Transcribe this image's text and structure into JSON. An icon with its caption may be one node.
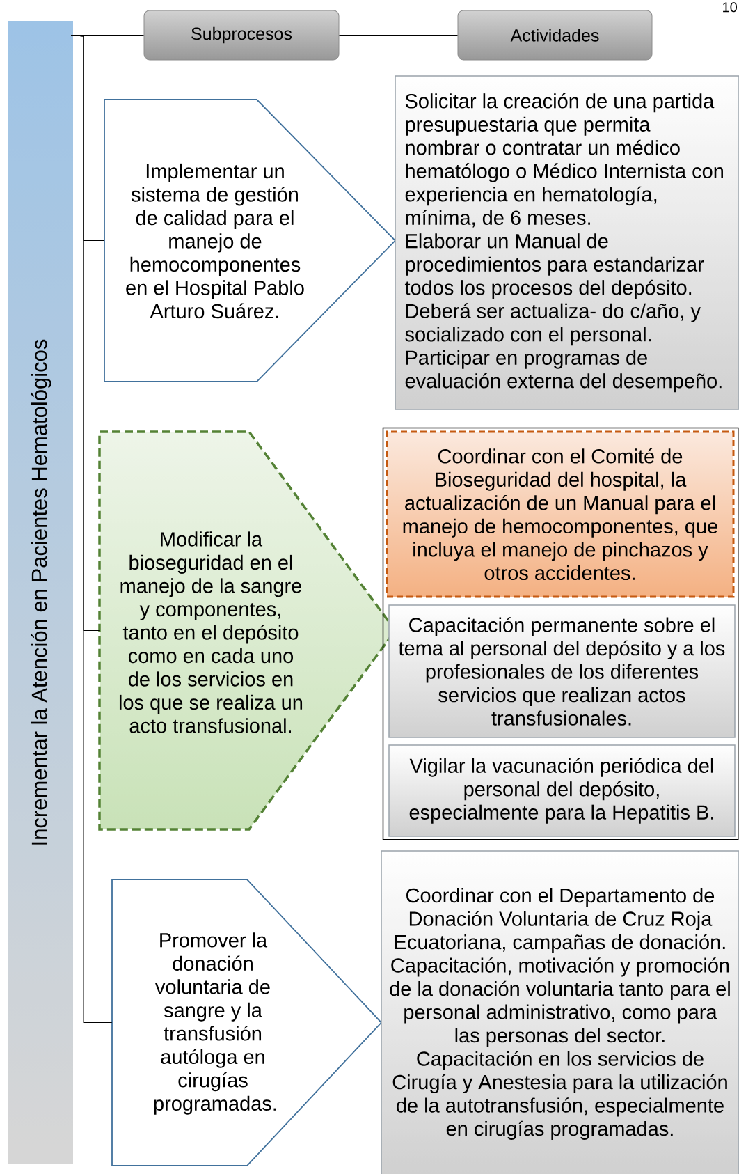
{
  "diagram": {
    "nodes": [
      {
        "text": [
          "Incrementar la Atención en Pacientes Hematológicos"
        ]
      },
      {
        "text": [
          "Subprocesos"
        ]
      },
      {
        "text": [
          "Actividades"
        ]
      },
      {
        "text": [
          "Implementar un sistema de gestión de calidad para el manejo de hemocomponentes en el Hospital Pablo Arturo Suárez."
        ]
      },
      {
        "text": [
          "Solicitar la creación de una partida presupuestaria que permita nombrar o contratar un médico hematólogo o Médico Internista con experiencia en hematología, mínima, de 6 meses.",
          "Elaborar un Manual de procedimientos para estandarizar todos los procesos del depósito. Deberá ser actualiza- do c/año, y socializado con el personal.",
          "Participar en programas de evaluación externa del desempeño."
        ]
      },
      {
        "text": [
          "Modificar la bioseguridad en el manejo de la sangre y componentes, tanto en  el depósito como en cada uno de los servicios en los que se realiza un acto transfusional."
        ]
      },
      {
        "text": [],
        "shape": "box"
      },
      {
        "text": [
          "Coordinar con el Comité de Bioseguridad del hospital, la actualización de un Manual para el manejo de hemocomponentes, que incluya el manejo de pinchazos y otros accidentes."
        ],
        "in": 6
      },
      {
        "text": [
          "Capacitación permanente sobre el tema al personal del depósito y a los profesionales de los diferentes servicios que realizan actos transfusionales."
        ],
        "in": 6
      },
      {
        "text": [
          "Vigilar la vacunación periódica del personal del depósito, especialmente para la Hepatitis B."
        ],
        "in": 6
      },
      {
        "text": [
          "Promover la donación voluntaria de sangre y la transfusión autóloga en cirugías programadas."
        ]
      },
      {
        "text": [
          "Coordinar con el Departamento de Donación Voluntaria de Cruz Roja Ecuatoriana, campañas de donación.",
          "Capacitación, motivación y promoción de la donación voluntaria tanto para el personal administrativo, como para las personas del sector.",
          "Capacitación en los servicios de Cirugía y Anestesia para la utilización de la autotransfusión, especialmente en cirugías programadas."
        ]
      }
    ],
    "edges": [
      {
        "from": 0,
        "to": 1,
        "arrow": "none"
      },
      {
        "from": 1,
        "to": 2,
        "arrow": "none"
      },
      {
        "from": 0,
        "to": 3,
        "arrow": "none"
      },
      {
        "from": 0,
        "to": 5,
        "arrow": "none"
      },
      {
        "from": 0,
        "to": 10,
        "arrow": "none"
      }
    ],
    "labels": [
      "10"
    ]
  }
}
